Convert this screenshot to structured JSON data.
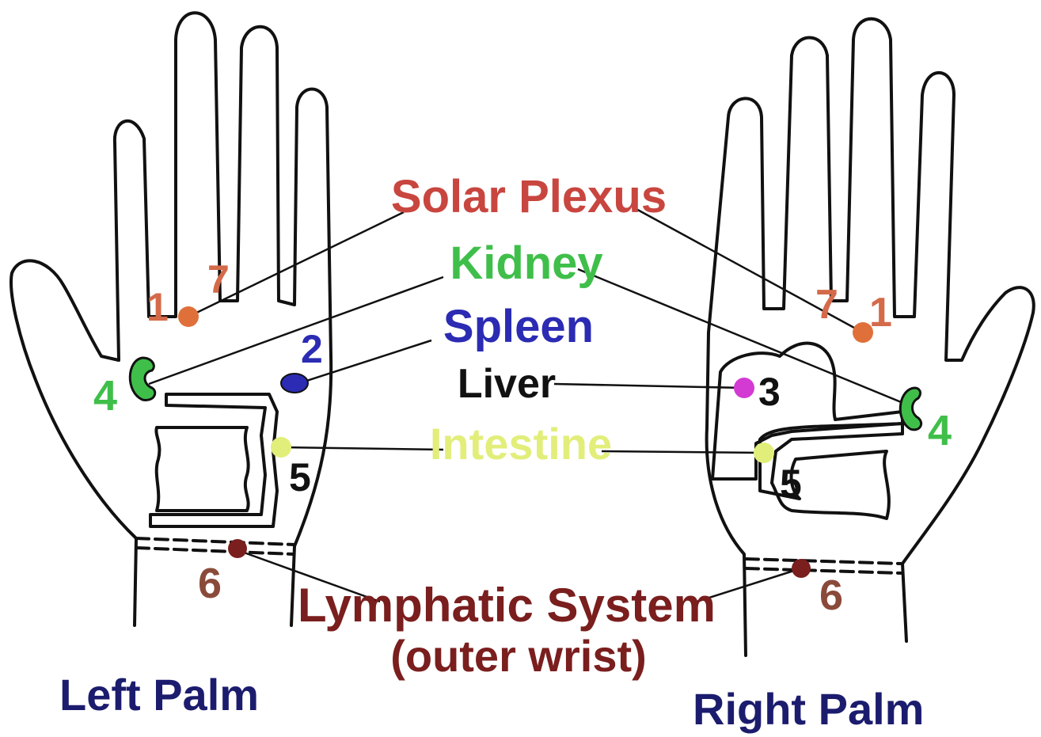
{
  "organs": {
    "solar_plexus": {
      "label": "Solar Plexus",
      "color": "#c8463f"
    },
    "kidney": {
      "label": "Kidney",
      "color": "#3fbf4a"
    },
    "spleen": {
      "label": "Spleen",
      "color": "#2b2bb3"
    },
    "liver": {
      "label": "Liver",
      "color": "#111111"
    },
    "intestine": {
      "label": "Intestine",
      "color": "#e2ee7a"
    },
    "lymphatic": {
      "label": "Lymphatic System",
      "sublabel": "(outer wrist)",
      "color": "#7a1e1e"
    }
  },
  "left_palm": {
    "title": "Left Palm",
    "numbers": {
      "n1": "1",
      "n7": "7",
      "n2": "2",
      "n4": "4",
      "n5": "5",
      "n6": "6"
    }
  },
  "right_palm": {
    "title": "Right Palm",
    "numbers": {
      "n7": "7",
      "n1": "1",
      "n3": "3",
      "n4": "4",
      "n5": "5",
      "n6": "6"
    }
  },
  "colors": {
    "outline": "#111111",
    "palm_title": "#1c1c6e",
    "number_orange": "#d46a4a",
    "number_green": "#3fbf4a",
    "number_blue": "#2b2bb3",
    "number_black": "#111111",
    "number_brown": "#8a4a3a",
    "dot_orange": "#e0703a",
    "dot_green": "#3fbf4a",
    "dot_blue": "#2b2bb3",
    "dot_magenta": "#d33ad3",
    "dot_yellow": "#e2ee7a",
    "dot_brown": "#7a1e1e"
  }
}
